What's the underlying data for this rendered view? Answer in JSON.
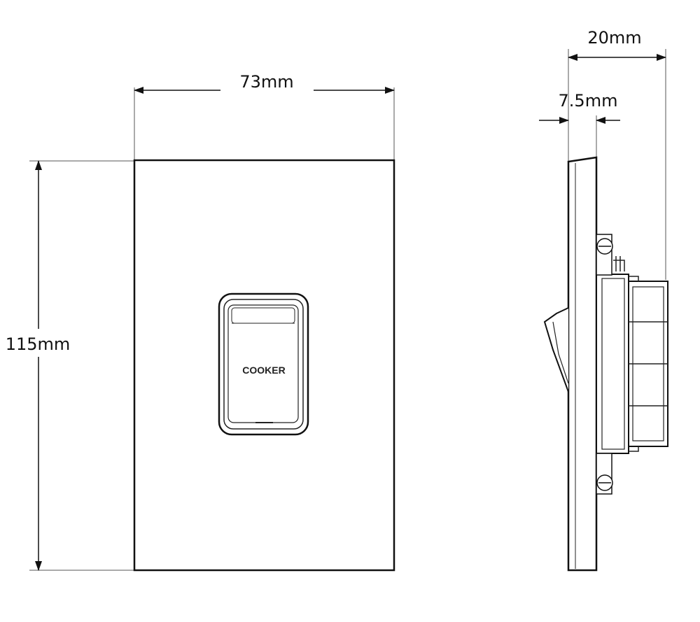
{
  "dimensions": {
    "width": "73mm",
    "height": "115mm",
    "depth_total": "20mm",
    "depth_plate": "7.5mm"
  },
  "switch_label": "COOKER"
}
